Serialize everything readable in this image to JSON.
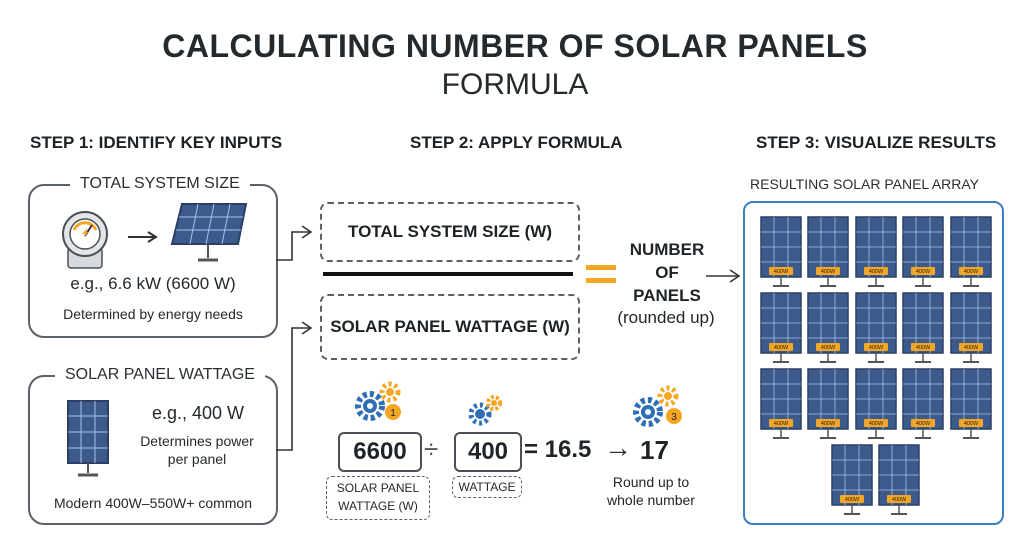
{
  "title": "CALCULATING NUMBER OF SOLAR PANELS",
  "subtitle": "FORMULA",
  "steps": {
    "step1": "STEP 1: IDENTIFY KEY INPUTS",
    "step2": "STEP 2: APPLY FORMULA",
    "step3": "STEP 3: VISUALIZE RESULTS"
  },
  "system_card": {
    "label": "TOTAL SYSTEM SIZE",
    "example": "e.g., 6.6 kW (6600 W)",
    "note": "Determined by energy needs"
  },
  "wattage_card": {
    "label": "SOLAR PANEL WATTAGE",
    "example": "e.g., 400 W",
    "note_line1": "Determines power",
    "note_line2": "per panel",
    "footer": "Modern 400W–550W+ common"
  },
  "formula": {
    "numerator": "TOTAL SYSTEM SIZE (W)",
    "denominator": "SOLAR PANEL WATTAGE (W)",
    "equals": "=",
    "result_line1": "NUMBER",
    "result_line2": "OF",
    "result_line3": "PANELS",
    "result_note": "(rounded up)"
  },
  "calculation": {
    "dividend": "6600",
    "divide_symbol": "÷",
    "divisor": "400",
    "equation": "= 16.5",
    "arrow": "→",
    "result": "17",
    "dividend_label_line1": "SOLAR PANEL",
    "dividend_label_line2": "WATTAGE (W)",
    "divisor_label": "WATTAGE",
    "round_note_line1": "Round up to",
    "round_note_line2": "whole number",
    "gear_badge_1": "1",
    "gear_badge_3": "3"
  },
  "array": {
    "label": "RESULTING SOLAR PANEL ARRAY",
    "panel_tag": "400W",
    "panel_count": 17
  },
  "colors": {
    "accent_orange": "#f5a623",
    "array_border": "#3c7fc0",
    "panel_blue": "#3d5a8c"
  }
}
